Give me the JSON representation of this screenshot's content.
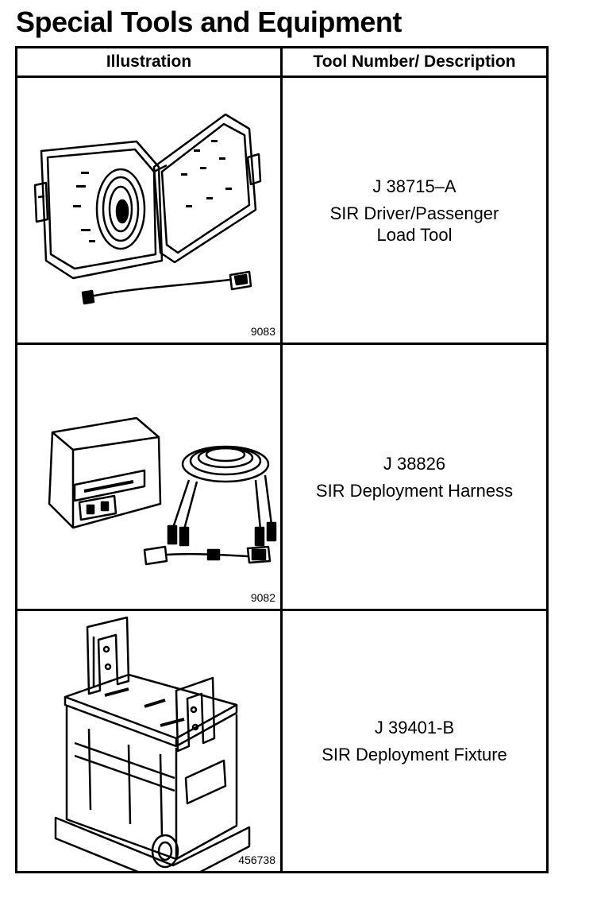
{
  "page": {
    "title": "Special Tools and Equipment"
  },
  "table": {
    "header_illustration": "Illustration",
    "header_description": "Tool Number/ Description",
    "rows": [
      {
        "figure_number": "9083",
        "tool_number": "J 38715–A",
        "description": "SIR Driver/Passenger\nLoad Tool"
      },
      {
        "figure_number": "9082",
        "tool_number": "J 38826",
        "description": "SIR Deployment Harness"
      },
      {
        "figure_number": "456738",
        "tool_number": "J 39401-B",
        "description": "SIR Deployment Fixture"
      }
    ]
  }
}
